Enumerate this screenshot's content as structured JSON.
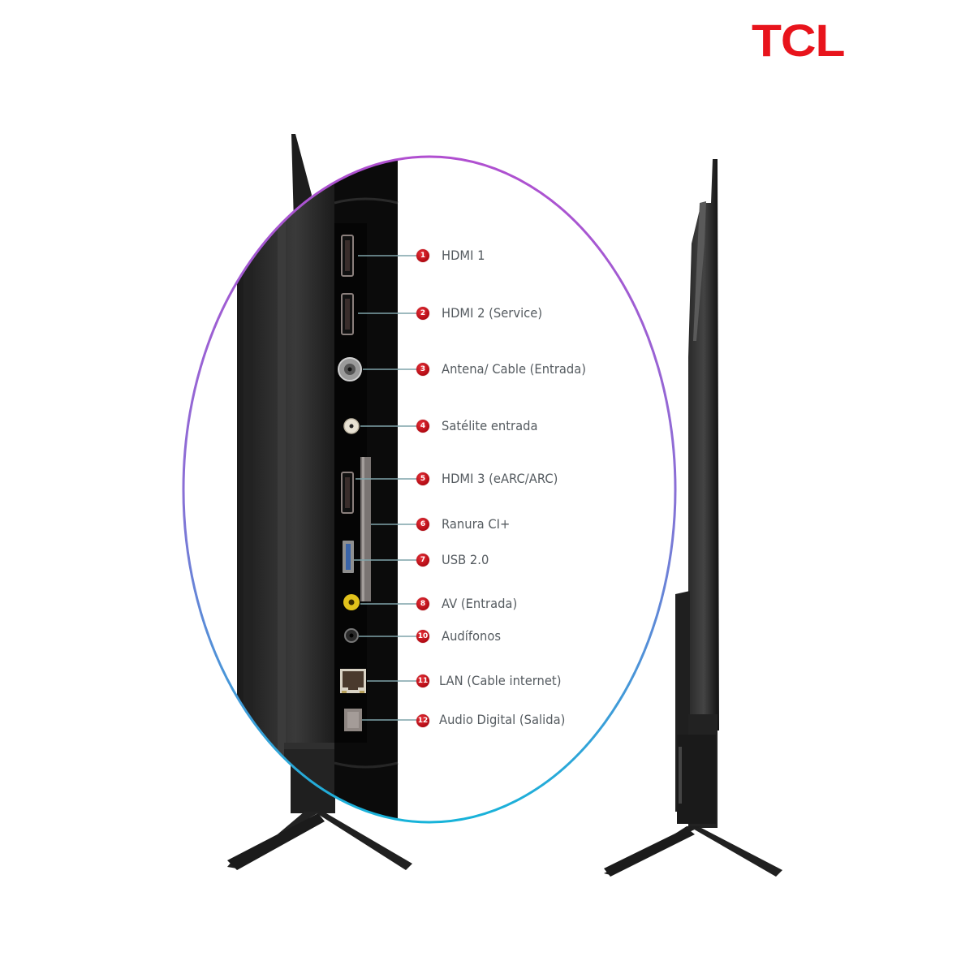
{
  "brand": {
    "logo_text": "TCL",
    "logo_color": "#e8141c"
  },
  "callout": {
    "ring_gradient": [
      "#b04fd0",
      "#8a6fd6",
      "#2bb5d8"
    ],
    "leader_line_color": "#7fa3aa",
    "ports": [
      {
        "number": "1",
        "label": "HDMI 1",
        "icon": "hdmi-port-icon"
      },
      {
        "number": "2",
        "label": "HDMI 2 (Service)",
        "icon": "hdmi-port-icon"
      },
      {
        "number": "3",
        "label": "Antena/ Cable (Entrada)",
        "icon": "antenna-port-icon"
      },
      {
        "number": "4",
        "label": "Satélite entrada",
        "icon": "satellite-port-icon"
      },
      {
        "number": "5",
        "label": "HDMI 3 (eARC/ARC)",
        "icon": "hdmi-port-icon"
      },
      {
        "number": "6",
        "label": "Ranura CI+",
        "icon": "ci-slot-icon"
      },
      {
        "number": "7",
        "label": "USB 2.0",
        "icon": "usb-port-icon"
      },
      {
        "number": "8",
        "label": "AV (Entrada)",
        "icon": "av-port-icon"
      },
      {
        "number": "10",
        "label": "Audífonos",
        "icon": "headphone-port-icon"
      },
      {
        "number": "11",
        "label": "LAN (Cable internet)",
        "icon": "lan-port-icon"
      },
      {
        "number": "12",
        "label": "Audio Digital (Salida)",
        "icon": "optical-port-icon"
      }
    ]
  },
  "views": {
    "left": "tv-side-view-closeup",
    "right": "tv-side-view-profile"
  }
}
